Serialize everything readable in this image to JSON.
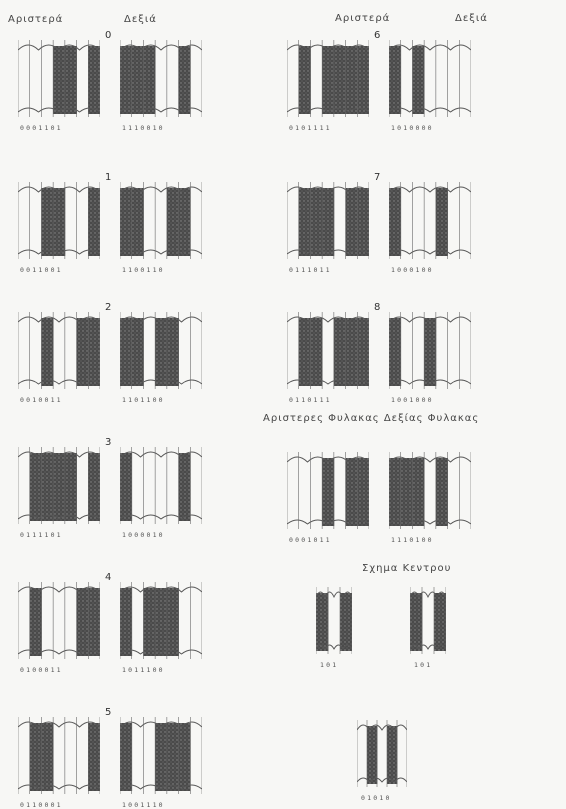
{
  "headers": {
    "left_col_left": "Αριστερά",
    "left_col_right": "Δεξιά",
    "right_col_left": "Αριστερά",
    "right_col_right": "Δεξιά"
  },
  "guard_header": "Αριστερες Φυλακας Δεξίας Φυλακας",
  "center_header": "Σχημα Κεντρου",
  "digits": [
    {
      "digit": "0",
      "left_code": "0001101",
      "right_code": "1110010"
    },
    {
      "digit": "1",
      "left_code": "0011001",
      "right_code": "1100110"
    },
    {
      "digit": "2",
      "left_code": "0010011",
      "right_code": "1101100"
    },
    {
      "digit": "3",
      "left_code": "0111101",
      "right_code": "1000010"
    },
    {
      "digit": "4",
      "left_code": "0100011",
      "right_code": "1011100"
    },
    {
      "digit": "5",
      "left_code": "0110001",
      "right_code": "1001110"
    },
    {
      "digit": "6",
      "left_code": "0101111",
      "right_code": "1010000"
    },
    {
      "digit": "7",
      "left_code": "0111011",
      "right_code": "1000100"
    },
    {
      "digit": "8",
      "left_code": "0110111",
      "right_code": "1001000"
    }
  ],
  "guards": {
    "left_code": "0001011",
    "right_code": "1110100"
  },
  "center": {
    "left_code": "101",
    "right_code": "101",
    "center_code": "01010"
  }
}
